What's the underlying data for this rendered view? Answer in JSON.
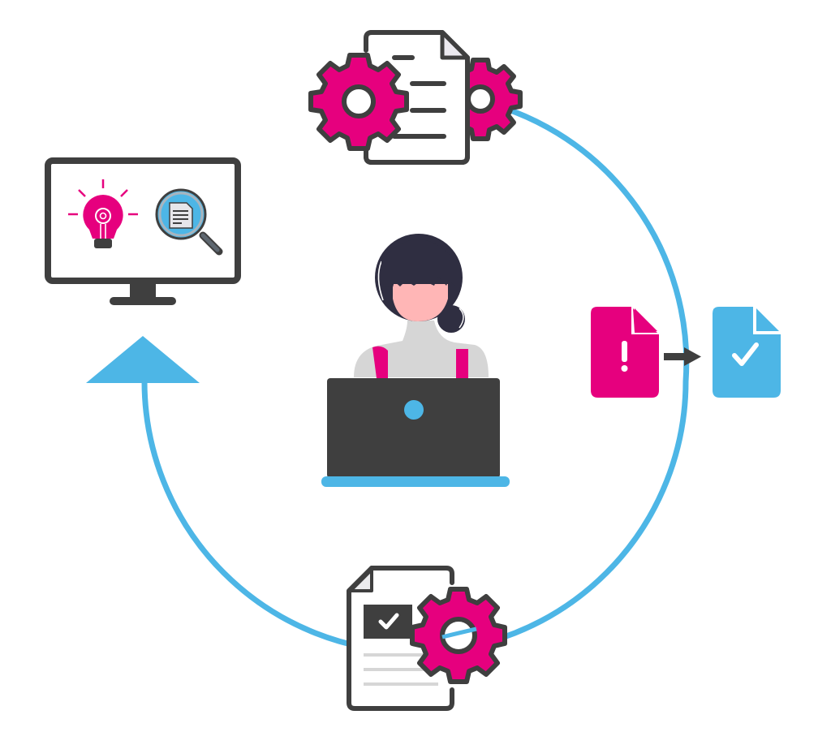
{
  "diagram": {
    "type": "process-cycle-illustration",
    "colors": {
      "accent_magenta": "#E6007E",
      "accent_blue": "#4DB6E6",
      "outline_dark": "#3F3F3F",
      "hair": "#2F2E41",
      "skin": "#FFB6B6",
      "shirt": "#D6D6D6",
      "laptop": "#3F3F3F",
      "paper": "#FFFFFF",
      "paper_fold": "#ECEAF0",
      "gray_lines": "#D6D6D6"
    },
    "nodes": [
      {
        "id": "document-settings",
        "icon": "document-with-gears-icon",
        "position": "top"
      },
      {
        "id": "error-to-fixed",
        "icon": "error-document-arrow-check-document-icon",
        "position": "right"
      },
      {
        "id": "approved-document-settings",
        "icon": "approved-document-with-gear-icon",
        "position": "bottom"
      },
      {
        "id": "monitor-ideas-search",
        "icon": "monitor-with-lightbulb-and-magnifier-icon",
        "position": "left"
      },
      {
        "id": "person-at-laptop",
        "icon": "woman-at-laptop-icon",
        "position": "center"
      }
    ],
    "cycle": {
      "direction": "clockwise-arrow-ending-at-left",
      "arrowhead": "triangle-up"
    }
  }
}
